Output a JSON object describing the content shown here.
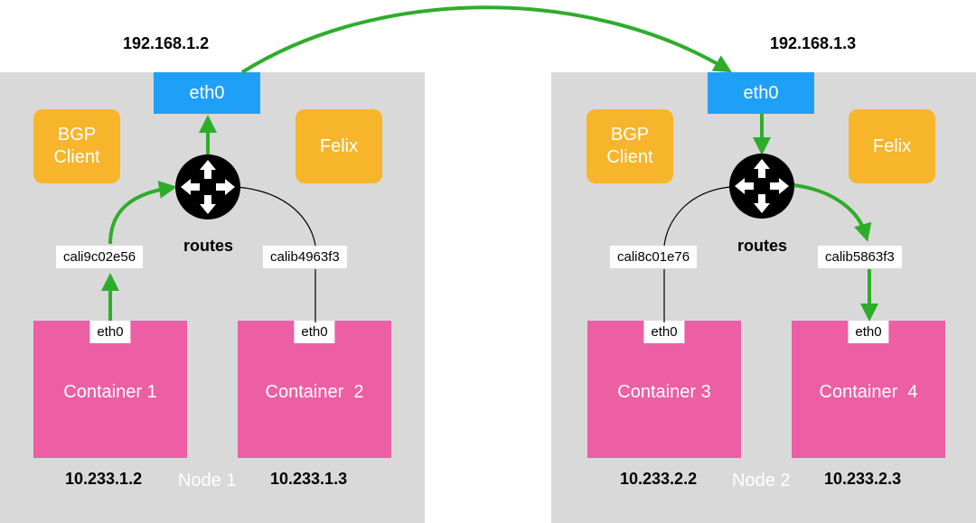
{
  "colors": {
    "node_bg": "#d9d9d9",
    "eth": "#1fa0f7",
    "orange": "#f7b52c",
    "container": "#ec5fa4",
    "arrow": "#2ead2a"
  },
  "node1": {
    "name": "Node 1",
    "host_ip": "192.168.1.2",
    "eth": "eth0",
    "bgp_client": "BGP\nClient",
    "felix": "Felix",
    "router_icon": "router-icon",
    "routes": "routes",
    "cali_a": "cali9c02e56",
    "cali_b": "calib4963f3",
    "container_a": {
      "label": "Container 1",
      "eth": "eth0",
      "ip": "10.233.1.2"
    },
    "container_b": {
      "label": "Container  2",
      "eth": "eth0",
      "ip": "10.233.1.3"
    }
  },
  "node2": {
    "name": "Node 2",
    "host_ip": "192.168.1.3",
    "eth": "eth0",
    "bgp_client": "BGP\nClient",
    "felix": "Felix",
    "router_icon": "router-icon",
    "routes": "routes",
    "cali_a": "cali8c01e76",
    "cali_b": "calib5863f3",
    "container_a": {
      "label": "Container 3",
      "eth": "eth0",
      "ip": "10.233.2.2"
    },
    "container_b": {
      "label": "Container  4",
      "eth": "eth0",
      "ip": "10.233.2.3"
    }
  }
}
